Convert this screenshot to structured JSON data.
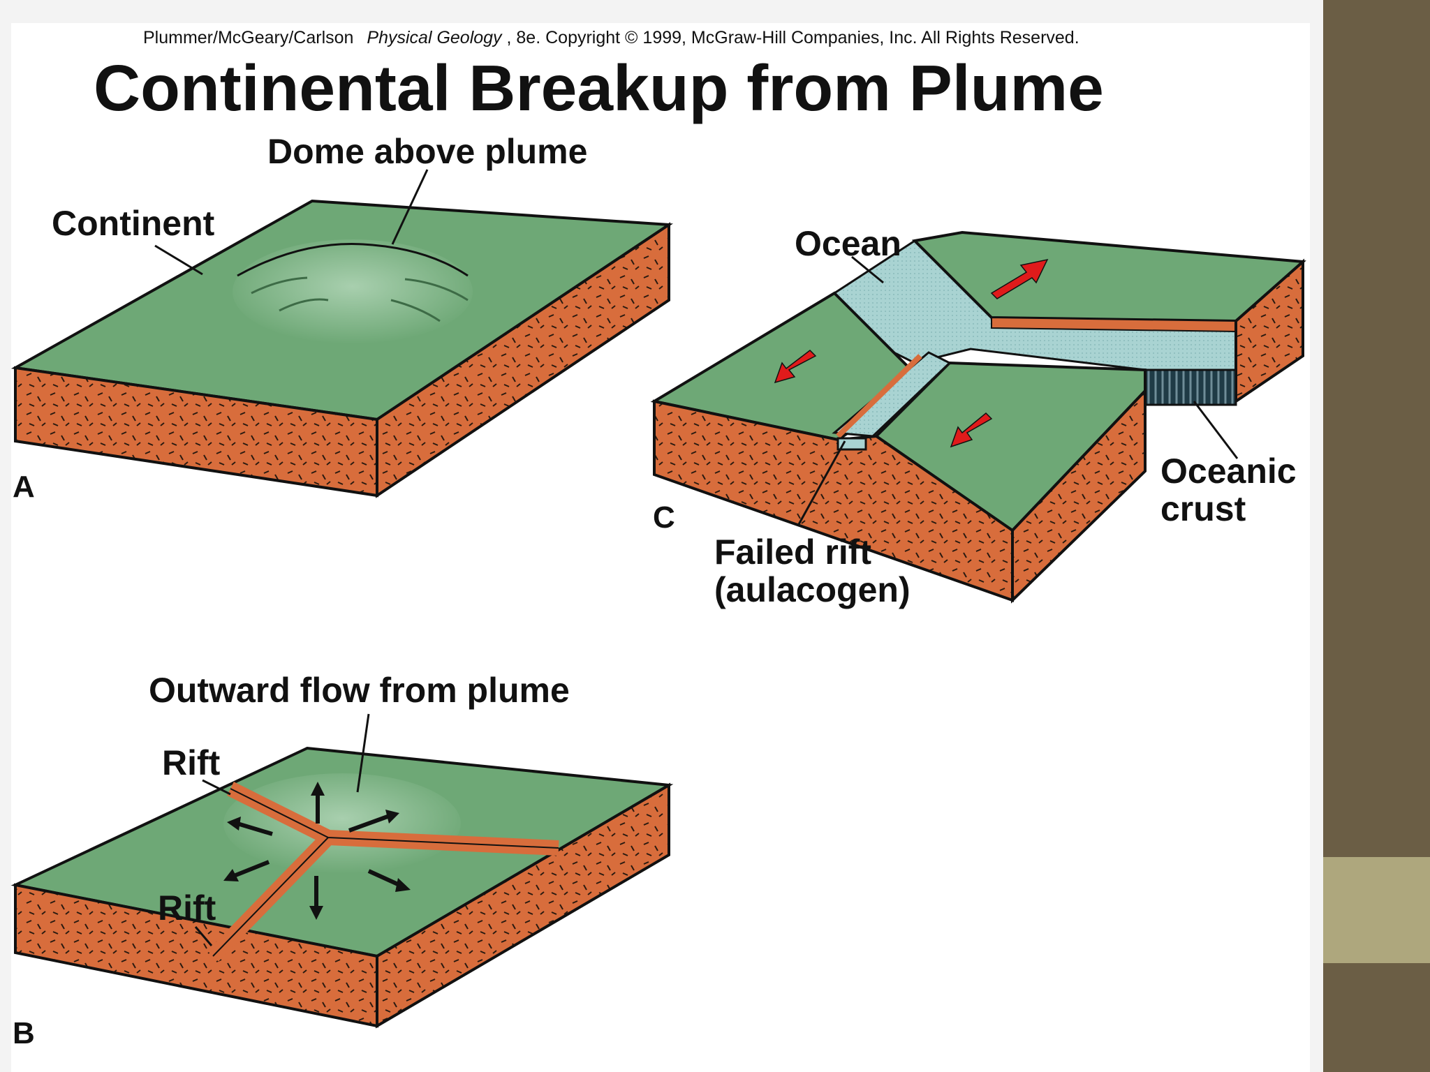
{
  "slide": {
    "credit": {
      "authors": "Plummer/McGeary/Carlson",
      "book": "Physical Geology",
      "rest": ", 8e.  Copyright © 1999, McGraw-Hill Companies, Inc. All Rights Reserved."
    },
    "title": "Continental Breakup from Plume"
  },
  "panel_a": {
    "letter": "A",
    "labels": {
      "dome": "Dome above plume",
      "continent": "Continent"
    }
  },
  "panel_b": {
    "letter": "B",
    "labels": {
      "outward_flow": "Outward flow from plume",
      "rift_top": "Rift",
      "rift_bottom": "Rift"
    }
  },
  "panel_c": {
    "letter": "C",
    "labels": {
      "ocean": "Ocean",
      "oceanic_crust_1": "Oceanic",
      "oceanic_crust_2": "crust",
      "failed_rift_1": "Failed rift",
      "failed_rift_2": "(aulacogen)"
    }
  },
  "colors": {
    "land_green": "#6ea876",
    "rock_orange": "#d86d3c",
    "ocean_blue": "#a9d3d2",
    "arrow_red": "#e01b1b",
    "side_bar": "#6b5e45",
    "side_accent": "#aea77d"
  }
}
